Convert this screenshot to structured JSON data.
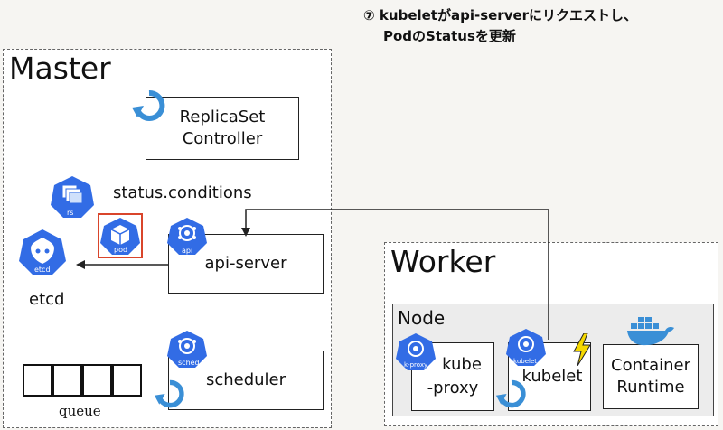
{
  "step_note": {
    "line1": "⑦ kubeletがapi-serverにリクエストし、",
    "line2": "PodのStatusを更新"
  },
  "master": {
    "label": "Master",
    "replicaset_controller": {
      "line1": "ReplicaSet",
      "line2": "Controller"
    },
    "status_label": "status.conditions",
    "rs_icon_label": "rs",
    "pod_icon_label": "pod",
    "etcd_icon_label": "etcd",
    "etcd_label": "etcd",
    "api_icon_label": "api",
    "api_server_label": "api-server",
    "sched_icon_label": "sched",
    "scheduler_label": "scheduler",
    "queue_label": "queue"
  },
  "worker": {
    "label": "Worker",
    "node_label": "Node",
    "kproxy_icon_label": "k-proxy",
    "kube_proxy": {
      "line1": "kube",
      "line2": "-proxy"
    },
    "kubelet_icon_label": "kubelet",
    "kubelet_label": "kubelet",
    "container_runtime": {
      "line1": "Container",
      "line2": "Runtime"
    }
  },
  "colors": {
    "k8s_blue": "#326ce5",
    "highlight_red": "#d9452b",
    "lightning_yellow": "#f5d800",
    "refresh_blue": "#3a8fd6"
  }
}
